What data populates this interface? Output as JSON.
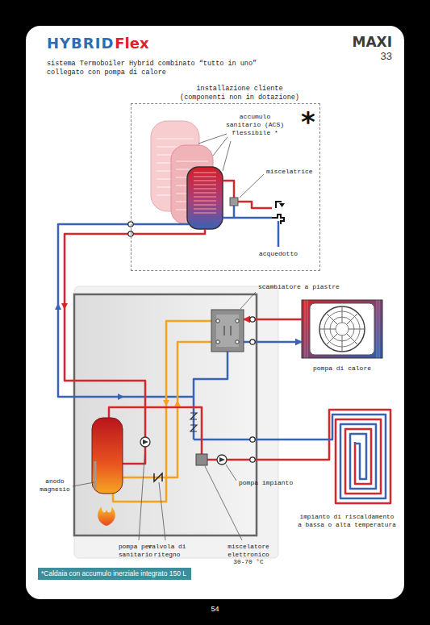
{
  "diagram": {
    "title": "sistema Termoboiler Hybrid combinato “tutto in uno” collegato con pompa di calore",
    "caption": "*Caldaia con accumulo inerziale integrato 150 L",
    "nodes": [
      {
        "text": [
          "installazione cliente (componenti non in dotazione)"
        ]
      },
      {
        "text": [
          "scambiatore a piastre"
        ]
      },
      {
        "text": [
          "pompa di calore"
        ]
      },
      {
        "text": [
          "impianto di riscaldamento a bassa o alta temperatura"
        ]
      }
    ],
    "edges": [
      {
        "from": 2,
        "to": 1,
        "arrow": "to"
      },
      {
        "from": 1,
        "to": 2,
        "arrow": "to"
      }
    ],
    "labels": [
      "HYBRID",
      "Flex",
      "MAXI",
      "33",
      "accumulo sanitario (ACS) flessibile *",
      "*",
      "miscelatrice",
      "acquedotto",
      "pompa impianto",
      "anodo magnesio",
      "pompa per sanitario",
      "valvola di ritegno",
      "miscelatore elettronico 30-70 °C",
      "54"
    ]
  }
}
